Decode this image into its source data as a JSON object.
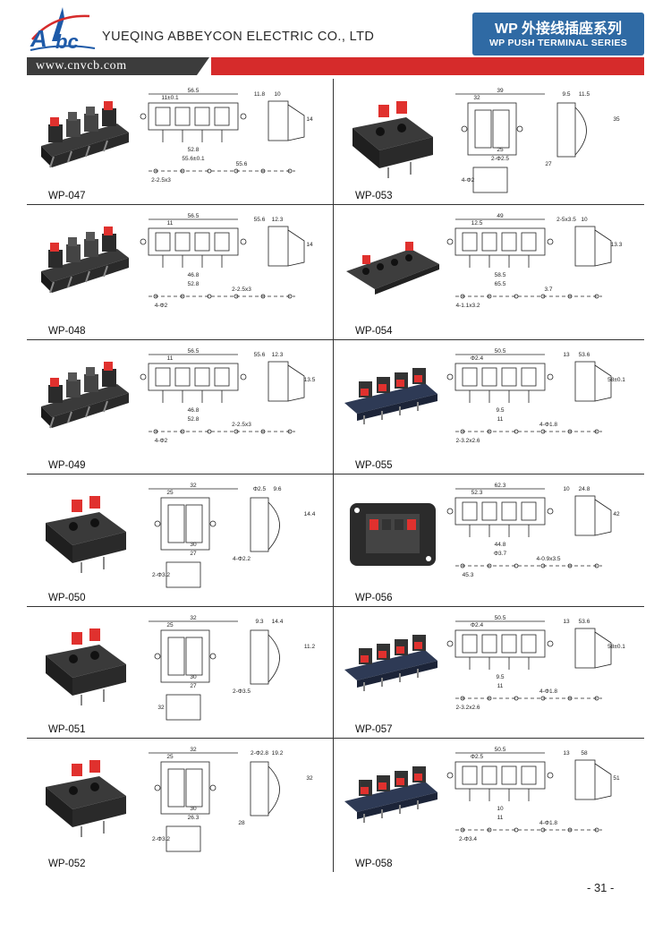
{
  "header": {
    "company_name": "YUEQING ABBEYCON ELECTRIC CO., LTD",
    "series_title_cn": "WP 外接线插座系列",
    "series_title_en": "WP PUSH TERMINAL SERIES",
    "website": "www.cnvcb.com"
  },
  "colors": {
    "brand_blue": "#2f6aa4",
    "url_bar_dark": "#3c3c3c",
    "url_bar_red": "#d62b2b",
    "terminal_red": "#e0312e",
    "housing_dark": "#2b2b2b"
  },
  "left_column": [
    {
      "model": "WP-047",
      "dims": [
        "56.5",
        "11±0.1",
        "52.8",
        "55.6±0.1",
        "11.8",
        "10",
        "14",
        "2-2.5x3",
        "55.6"
      ]
    },
    {
      "model": "WP-048",
      "dims": [
        "56.5",
        "11",
        "46.8",
        "52.8",
        "55.6",
        "12.3",
        "14",
        "4-Φ2",
        "2-2.5x3"
      ]
    },
    {
      "model": "WP-049",
      "dims": [
        "56.5",
        "11",
        "46.8",
        "52.8",
        "55.6",
        "12.3",
        "13.5",
        "4-Φ2",
        "2-2.5x3"
      ]
    },
    {
      "model": "WP-050",
      "dims": [
        "32",
        "25",
        "30",
        "27",
        "Φ2.5",
        "9.6",
        "14.4",
        "2-Φ3.2",
        "4-Φ2.2"
      ]
    },
    {
      "model": "WP-051",
      "dims": [
        "32",
        "25",
        "30",
        "27",
        "9.3",
        "14.4",
        "11.2",
        "32",
        "2-Φ3.5"
      ]
    },
    {
      "model": "WP-052",
      "dims": [
        "32",
        "25",
        "30",
        "26.3",
        "2-Φ2.8",
        "19.2",
        "32",
        "2-Φ3.2",
        "28"
      ]
    }
  ],
  "right_column": [
    {
      "model": "WP-053",
      "dims": [
        "39",
        "32",
        "25",
        "2-Φ2.5",
        "9.5",
        "11.5",
        "35",
        "4-Φ2",
        "27"
      ]
    },
    {
      "model": "WP-054",
      "dims": [
        "49",
        "12.5",
        "58.5",
        "65.5",
        "2-5x3.5",
        "10",
        "13.3",
        "4-1.1x3.2",
        "3.7"
      ]
    },
    {
      "model": "WP-055",
      "dims": [
        "50.5",
        "Φ2.4",
        "9.5",
        "11",
        "13",
        "53.6",
        "58±0.1",
        "2-3.2x2.6",
        "4-Φ1.8"
      ]
    },
    {
      "model": "WP-056",
      "dims": [
        "62.3",
        "52.3",
        "44.8",
        "Φ3.7",
        "10",
        "24.8",
        "42",
        "45.3",
        "4-0.9x3.5"
      ]
    },
    {
      "model": "WP-057",
      "dims": [
        "50.5",
        "Φ2.4",
        "9.5",
        "11",
        "13",
        "53.6",
        "58±0.1",
        "2-3.2x2.6",
        "4-Φ1.8"
      ]
    },
    {
      "model": "WP-058",
      "dims": [
        "50.5",
        "Φ2.5",
        "10",
        "11",
        "13",
        "58",
        "51",
        "2-Φ3.4",
        "4-Φ1.8"
      ]
    }
  ],
  "page_number": "- 31 -"
}
